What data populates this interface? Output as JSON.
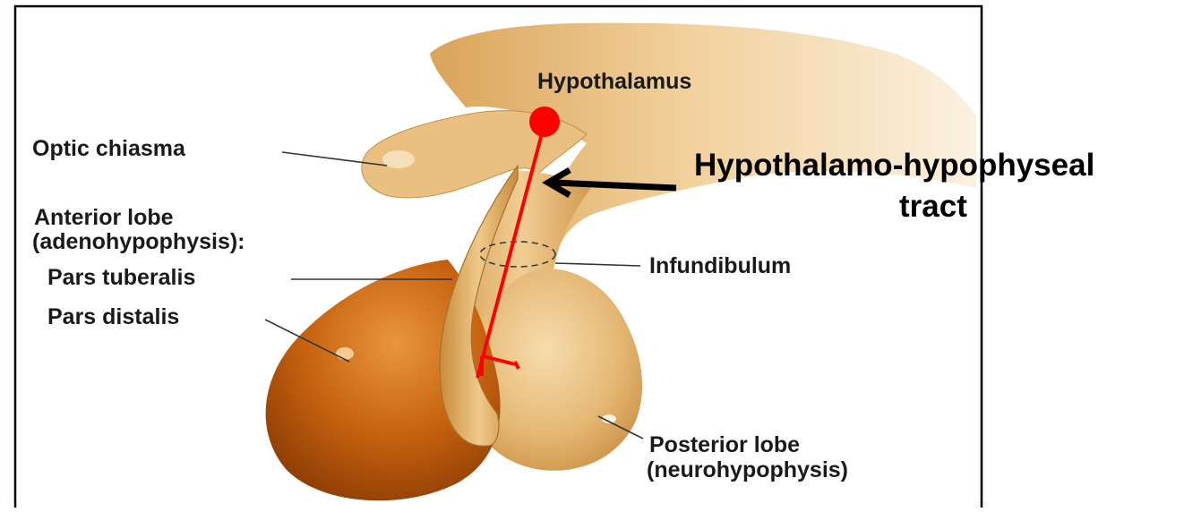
{
  "labels": {
    "hypothalamus": "Hypothalamus",
    "optic_chiasma": "Optic chiasma",
    "anterior_lobe_line1": "Anterior lobe",
    "anterior_lobe_line2": "(adenohypophysis):",
    "pars_tuberalis": "Pars tuberalis",
    "pars_distalis": "Pars distalis",
    "infundibulum": "Infundibulum",
    "posterior_lobe_line1": "Posterior lobe",
    "posterior_lobe_line2": "(neurohypophysis)"
  },
  "callout": {
    "line1": "Hypothalamo-hypophyseal",
    "line2": "tract"
  },
  "colors": {
    "tract": "#ff0000",
    "neural_tissue": "#e7bc7c",
    "anterior_lobe": "#c9600f",
    "frame": "#000000",
    "arrow": "#000000"
  }
}
